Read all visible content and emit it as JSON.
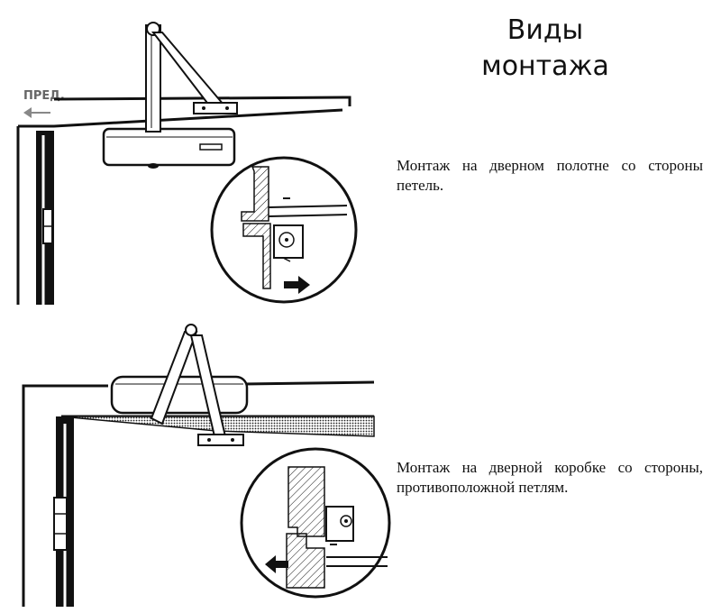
{
  "title": {
    "line1": "Виды",
    "line2": "монтажа"
  },
  "direction_label": "ПРЕД.",
  "mount_door": {
    "description": "Монтаж на дверном полотне со стороны петель."
  },
  "mount_frame": {
    "description": "Монтаж на дверной коробке со стороны, противоположной петлям."
  }
}
